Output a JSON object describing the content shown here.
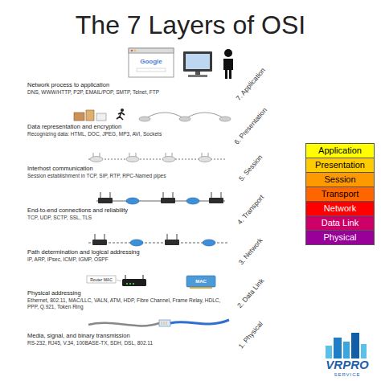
{
  "diagram": {
    "title": "The 7 Layers of OSI",
    "nodes": [
      {
        "text": [
          "Network process to application",
          "DNS, WWW/HTTP, P2P, EMAIL/POP, SMTP, Telnet, FTP",
          "7. Application"
        ]
      },
      {
        "text": [
          "Data representation and encryption",
          "Recognizing data: HTML, DOC, JPEG, MP3, AVI, Sockets",
          "6. Presentation"
        ]
      },
      {
        "text": [
          "Interhost communication",
          "Session establishment in TCP, SIP, RTP, RPC-Named pipes",
          "5. Session"
        ]
      },
      {
        "text": [
          "End-to-end connections and reliability",
          "TCP, UDP, SCTP, SSL, TLS",
          "4. Transport"
        ]
      },
      {
        "text": [
          "Path determination and logical addressing",
          "IP, ARP, IPsec, ICMP, IGMP, OSPF",
          "3. Network"
        ]
      },
      {
        "text": [
          "Physical addressing",
          "Ethernet, 802.11, MAC/LLC, VALN, ATM, HDP, Fibre Channel, Frame Relay, HDLC, PPP, Q.921, Token Ring",
          "2. Data Link"
        ]
      },
      {
        "text": [
          "Media, signal, and binary transmission",
          "RS-232, RJ45, V.34, 100BASE-TX, SDH, DSL, 802.11",
          "1. Physical"
        ]
      }
    ],
    "labels": [
      "Google",
      "Router MAC",
      "MAC",
      "VRPRO",
      "SERVICE"
    ],
    "legend": [
      {
        "text": "Application",
        "color": "#ffff00"
      },
      {
        "text": "Presentation",
        "color": "#ffcc00"
      },
      {
        "text": "Session",
        "color": "#ff9900"
      },
      {
        "text": "Transport",
        "color": "#ff6600"
      },
      {
        "text": "Network",
        "color": "#ff0000"
      },
      {
        "text": "Data Link",
        "color": "#cc0066"
      },
      {
        "text": "Physical",
        "color": "#990099"
      }
    ]
  }
}
